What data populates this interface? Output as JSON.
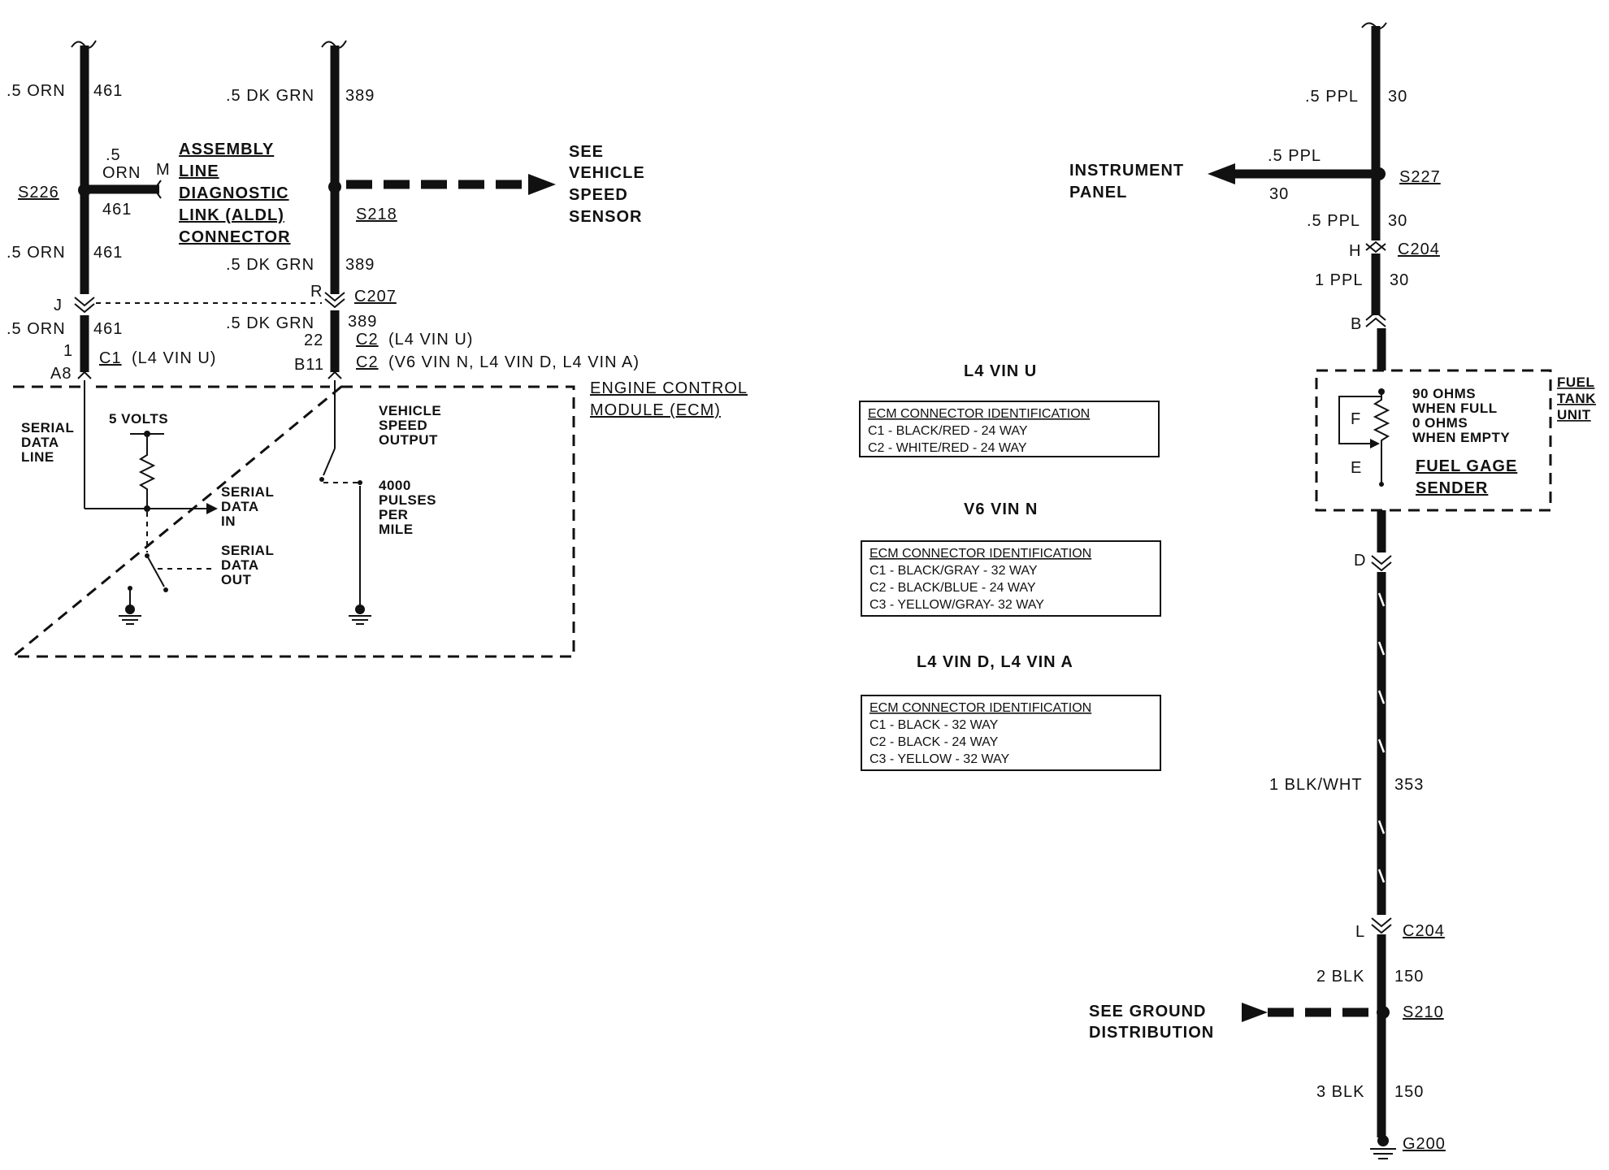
{
  "left_circuit": {
    "wire461_top_size": ".5 ORN",
    "wire461_circuit": "461",
    "splice_s226": "S226",
    "aldl_wire_size_a": ".5",
    "aldl_wire_size_b": "ORN",
    "aldl_wire_circuit": "461",
    "aldl_pin": "M",
    "aldl_label_lines": [
      "ASSEMBLY",
      "LINE",
      "DIAGNOSTIC",
      "LINK (ALDL)",
      "CONNECTOR"
    ],
    "wire461_mid_size": ".5 ORN",
    "wire461_low_size": ".5 ORN",
    "pin_j": "J",
    "pin_1": "1",
    "pin_a8": "A8",
    "c1_label": "C1",
    "c1_note": "(L4 VIN U)"
  },
  "mid_circuit": {
    "wire389_top_size": ".5 DK GRN",
    "wire389_circuit": "389",
    "splice_s218": "S218",
    "vss_label_lines": [
      "SEE",
      "VEHICLE",
      "SPEED",
      "SENSOR"
    ],
    "wire389_mid_size": ".5 DK GRN",
    "pin_r": "R",
    "connector_c207": "C207",
    "wire389_low_size": ".5 DK GRN",
    "pin_22": "22",
    "pin_b11": "B11",
    "c2_label_a": "C2",
    "c2_note_a": "(L4 VIN U)",
    "c2_label_b": "C2",
    "c2_note_b": "(V6 VIN N, L4 VIN D, L4 VIN A)"
  },
  "ecm": {
    "label_lines": [
      "ENGINE CONTROL",
      "MODULE (ECM)"
    ],
    "serial_data_line": [
      "SERIAL",
      "DATA",
      "LINE"
    ],
    "five_volts": "5 VOLTS",
    "serial_data_in": [
      "SERIAL",
      "DATA",
      "IN"
    ],
    "serial_data_out": [
      "SERIAL",
      "DATA",
      "OUT"
    ],
    "vss_output": [
      "VEHICLE",
      "SPEED",
      "OUTPUT"
    ],
    "pulses": [
      "4000",
      "PULSES",
      "PER",
      "MILE"
    ]
  },
  "ecm_id_tables": [
    {
      "title": "L4 VIN U",
      "header": "ECM CONNECTOR IDENTIFICATION",
      "rows": [
        "C1 - BLACK/RED - 24 WAY",
        "C2 - WHITE/RED - 24 WAY"
      ]
    },
    {
      "title": "V6 VIN N",
      "header": "ECM CONNECTOR IDENTIFICATION",
      "rows": [
        "C1 - BLACK/GRAY - 32 WAY",
        "C2 - BLACK/BLUE - 24 WAY",
        "C3 - YELLOW/GRAY- 32 WAY"
      ]
    },
    {
      "title": "L4 VIN D, L4 VIN A",
      "header": "ECM CONNECTOR IDENTIFICATION",
      "rows": [
        "C1 - BLACK - 32 WAY",
        "C2 - BLACK - 24 WAY",
        "C3 - YELLOW - 32 WAY"
      ]
    }
  ],
  "right_circuit": {
    "wire30_top_size": ".5 PPL",
    "wire30_circuit": "30",
    "ip_branch_size": ".5 PPL",
    "ip_branch_circuit": "30",
    "ip_label_lines": [
      "INSTRUMENT",
      "PANEL"
    ],
    "splice_s227": "S227",
    "wire30_mid_size": ".5 PPL",
    "wire30_mid_circuit": "30",
    "pin_h": "H",
    "connector_c204_top": "C204",
    "wire30_low_size": "1 PPL",
    "wire30_low_circuit": "30",
    "pin_b": "B",
    "sender_spec_lines": [
      "90 OHMS",
      "WHEN FULL",
      "0 OHMS",
      "WHEN EMPTY"
    ],
    "sender_label_lines": [
      "FUEL GAGE",
      "SENDER"
    ],
    "pin_f": "F",
    "pin_e": "E",
    "fuel_tank_unit_lines": [
      "FUEL",
      "TANK",
      "UNIT"
    ],
    "pin_d": "D",
    "wire353_size": "1 BLK/WHT",
    "wire353_circuit": "353",
    "pin_l": "L",
    "connector_c204_bottom": "C204",
    "wire150_upper_size": "2 BLK",
    "wire150_upper_circuit": "150",
    "ground_dist_lines": [
      "SEE GROUND",
      "DISTRIBUTION"
    ],
    "splice_s210": "S210",
    "wire150_lower_size": "3 BLK",
    "wire150_lower_circuit": "150",
    "ground_g200": "G200"
  }
}
